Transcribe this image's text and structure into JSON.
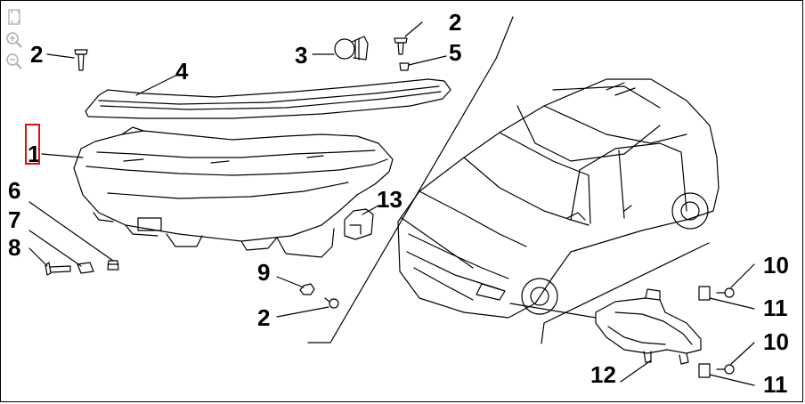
{
  "diagram": {
    "callouts": {
      "c1": "1",
      "c2a": "2",
      "c2b": "2",
      "c2c": "2",
      "c3": "3",
      "c4": "4",
      "c5": "5",
      "c6": "6",
      "c7": "7",
      "c8": "8",
      "c9": "9",
      "c10a": "10",
      "c10b": "10",
      "c11a": "11",
      "c11b": "11",
      "c12": "12",
      "c13": "13"
    },
    "selected_callout": "1"
  },
  "toolbar": {
    "icons": [
      "fit-page-icon",
      "zoom-in-icon",
      "zoom-out-icon"
    ]
  },
  "colors": {
    "line": "#000000",
    "tool_icon": "#b8b8b8",
    "selection": "#dd1111"
  }
}
